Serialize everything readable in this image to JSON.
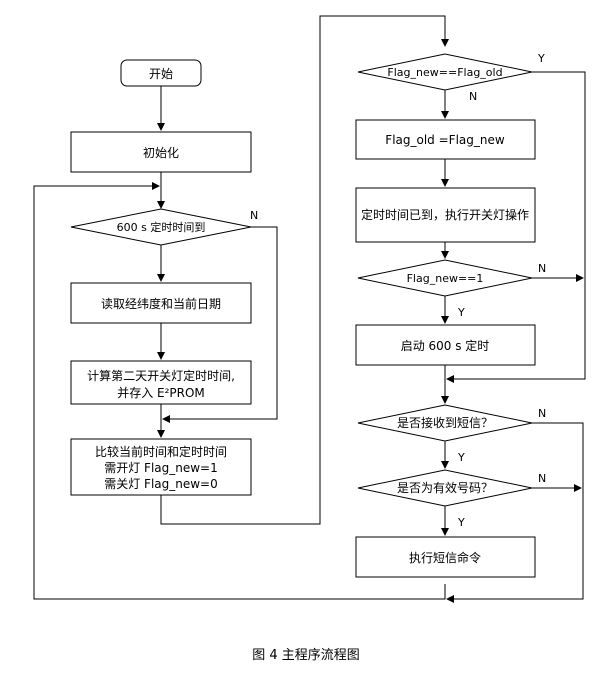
{
  "left_column": {
    "start": "开始",
    "init": "初始化",
    "decision_timer": "600 s 定时时间到",
    "read": "读取经纬度和当前日期",
    "compute_line1": "计算第二天开关灯定时时间,",
    "compute_line2": "并存入 E²PROM",
    "compare_line1": "比较当前时间和定时时间",
    "compare_line2": "需开灯 Flag_new=1",
    "compare_line3": "需关灯 Flag_new=0"
  },
  "right_column": {
    "decision_flag": "Flag_new==Flag_old",
    "assign": "Flag_old =Flag_new",
    "timing_done": "定时时间已到，执行开关灯操作",
    "decision_new1": "Flag_new==1",
    "start_timer": "启动 600 s 定时",
    "decision_sms": "是否接收到短信？",
    "decision_valid": "是否为有效号码？",
    "exec_sms": "执行短信命令"
  },
  "branch_labels": {
    "yes": "Y",
    "no": "N"
  },
  "caption": "图 4  主程序流程图"
}
